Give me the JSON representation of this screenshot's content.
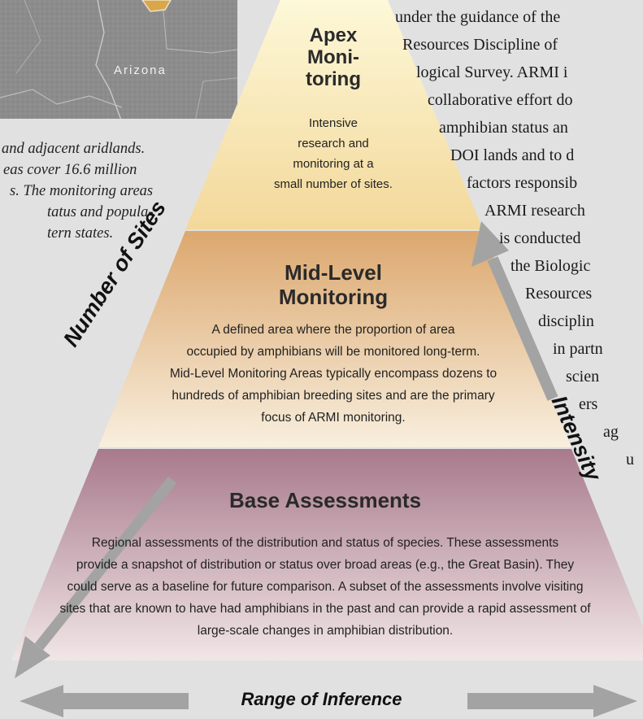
{
  "map": {
    "state_label": "Arizona"
  },
  "caption": {
    "lines": [
      "and adjacent aridlands.",
      "eas cover 16.6 million",
      "s. The monitoring areas",
      "tatus and popula-",
      "tern states."
    ]
  },
  "intro": {
    "lines": [
      "under the guidance of the",
      "Resources Discipline of",
      "logical Survey. ARMI i",
      "collaborative effort do",
      "amphibian status an",
      "DOI lands and to d",
      "factors responsib",
      "ARMI research",
      "is conducted",
      "the Biologic",
      "Resources",
      "disciplin",
      "in partn",
      "scien",
      "ers",
      "ag",
      "u"
    ]
  },
  "pyramid": {
    "apex": {
      "title_lines": [
        "Apex",
        "Moni-",
        "toring"
      ],
      "desc_lines": [
        "Intensive",
        "research and",
        "monitoring at a",
        "small number of sites."
      ]
    },
    "mid": {
      "title_lines": [
        "Mid-Level",
        "Monitoring"
      ],
      "desc_lines": [
        "A defined area where the proportion of area",
        "occupied by amphibians will be monitored long-term.",
        "Mid-Level Monitoring Areas typically encompass dozens to",
        "hundreds of amphibian breeding sites and are the primary",
        "focus of ARMI monitoring."
      ]
    },
    "base": {
      "title": "Base Assessments",
      "desc_lines": [
        "Regional assessments of the distribution and status of species. These assessments",
        "provide a snapshot of distribution or status over broad areas (e.g., the Great Basin). They",
        "could serve as a baseline for future comparison. A subset of the assessments involve visiting",
        "sites that are known to have had amphibians in the past and can provide a rapid assessment of",
        "large-scale changes in amphibian distribution."
      ]
    },
    "colors": {
      "apex_top": "#fdf8d8",
      "apex_bottom": "#f3d89a",
      "mid_top": "#dca76e",
      "mid_bottom": "#f8efde",
      "base_top": "#a87a8c",
      "base_bottom": "#f1e6e6"
    }
  },
  "arrows": {
    "sites": "Number of Sites",
    "intensity": "Intensity",
    "range": "Range of Inference"
  }
}
